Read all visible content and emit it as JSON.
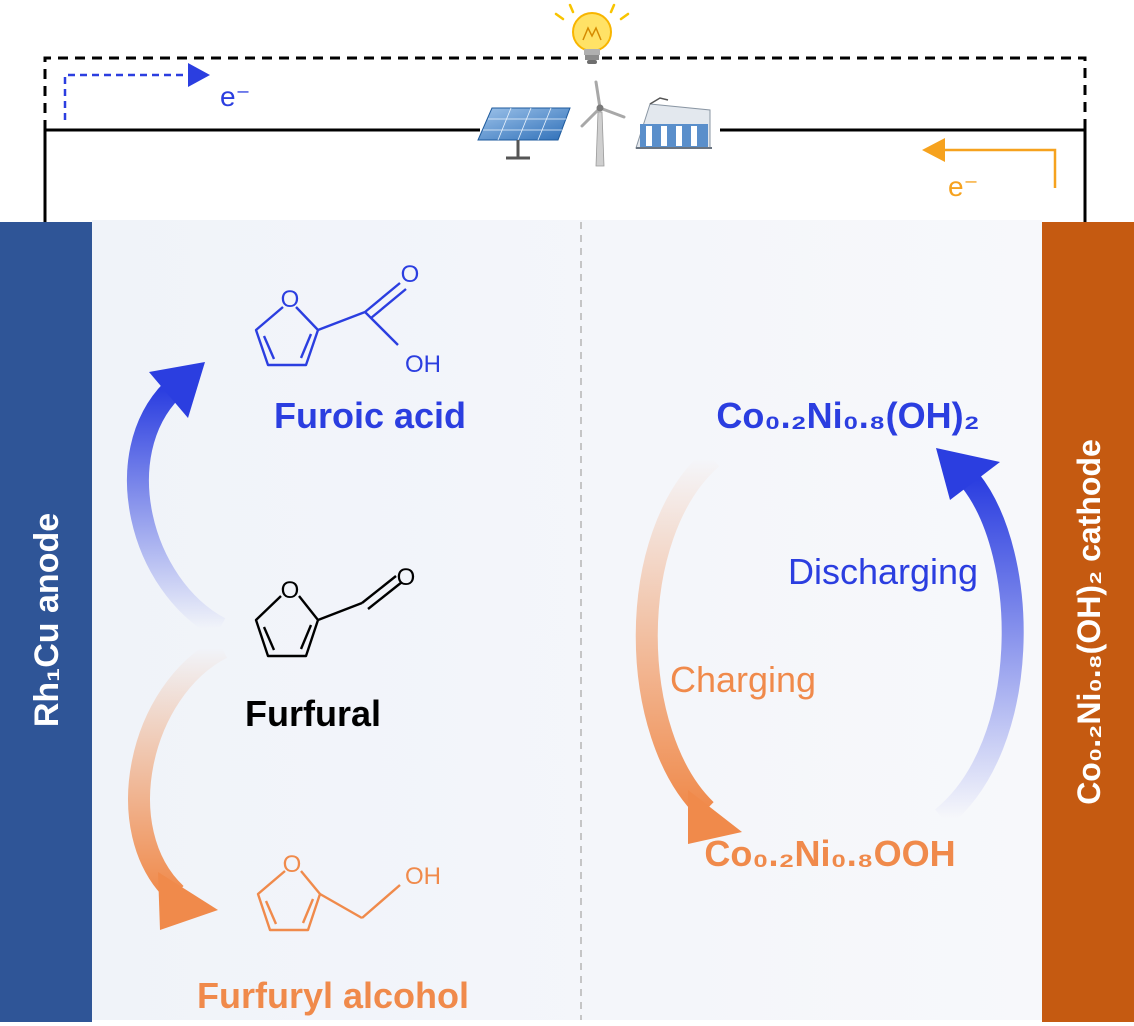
{
  "colors": {
    "anode": "#2F5597",
    "cathode": "#C55A11",
    "blue": "#2B3EE0",
    "orange": "#F08A4B",
    "wire": "#000000",
    "cell_bg": "#F4F6FA"
  },
  "labels": {
    "electron_left": "e⁻",
    "electron_right": "e⁻",
    "anode": "Rh₁Cu anode",
    "cathode": "Co₀.₂Ni₀.₈(OH)₂ cathode",
    "furoic_acid": "Furoic acid",
    "furfural": "Furfural",
    "furfuryl_alcohol": "Furfuryl alcohol",
    "cathode_top": "Co₀.₂Ni₀.₈(OH)₂",
    "cathode_bottom": "Co₀.₂Ni₀.₈OOH",
    "discharging": "Discharging",
    "charging": "Charging"
  },
  "atoms": {
    "O": "O",
    "OH": "OH"
  },
  "icons": [
    "light-bulb-icon",
    "solar-panel-icon",
    "wind-turbine-icon",
    "hydro-dam-icon"
  ]
}
